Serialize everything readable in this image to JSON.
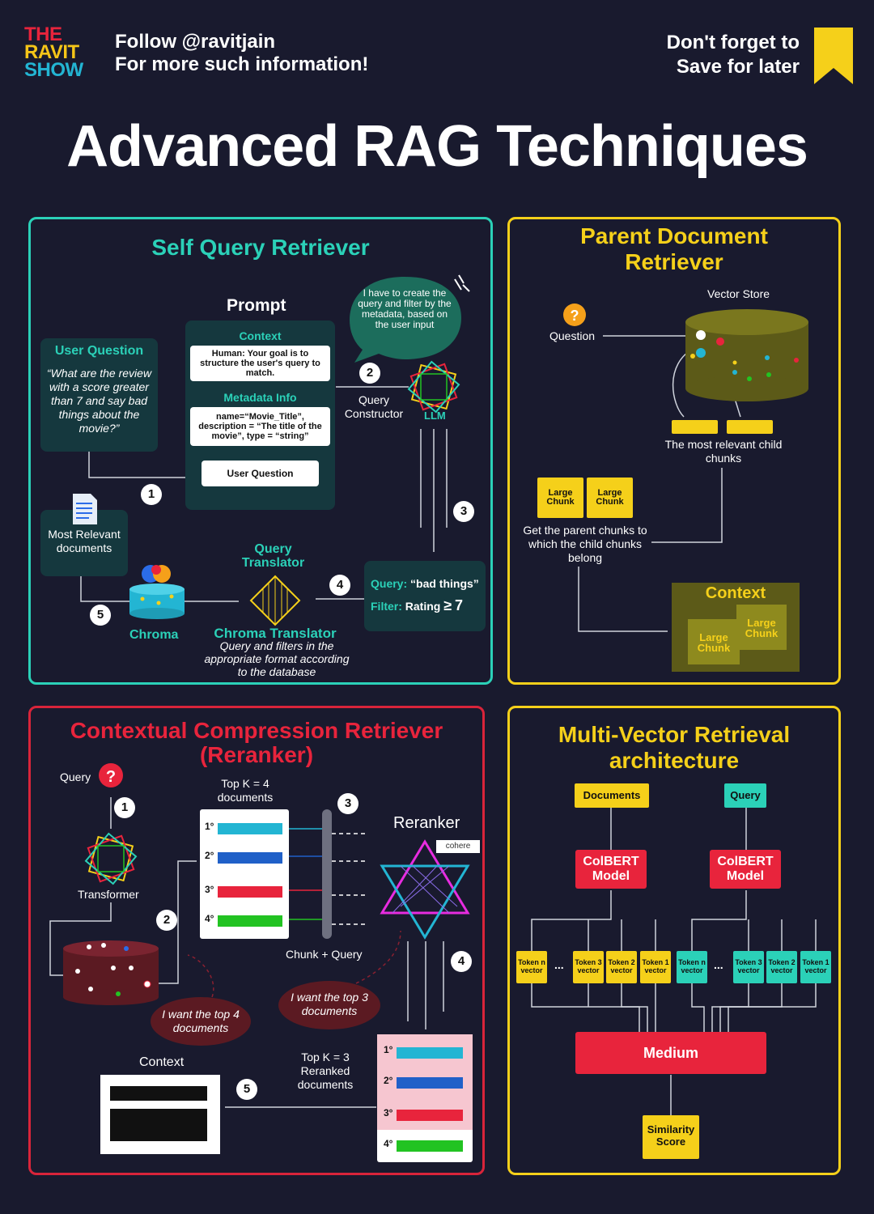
{
  "header": {
    "logo": [
      "THE",
      "RAVIT",
      "SHOW"
    ],
    "follow_line1": "Follow @ravitjain",
    "follow_line2": "For more such information!",
    "save_line1": "Don't forget to",
    "save_line2": "Save for later",
    "title": "Advanced RAG Techniques"
  },
  "self_query": {
    "title": "Self Query Retriever",
    "prompt_label": "Prompt",
    "user_question_title": "User Question",
    "user_question_text": "“What are the review with a score greater than 7 and say bad things about the movie?”",
    "context_label": "Context",
    "context_text": "Human: Your goal is to structure the user's query to match.",
    "metadata_label": "Metadata Info",
    "metadata_text": "name=“Movie_Title”, description = “The title of the movie”, type = “string”",
    "user_question_box": "User Question",
    "bubble_text": "I have to create the query and filter by the metadata, based on the user input",
    "query_constructor": "Query Constructor",
    "llm_label": "LLM",
    "query_label": "Query:",
    "query_value": "“bad things”",
    "filter_label": "Filter:",
    "filter_value": "Rating",
    "filter_op": "≥",
    "filter_num": "7",
    "query_translator": "Query Translator",
    "chroma_translator": "Chroma Translator",
    "chroma_translator_desc": "Query and filters in the appropriate format according to the database",
    "chroma_label": "Chroma",
    "most_relevant": "Most Relevant documents",
    "steps": [
      "1",
      "2",
      "3",
      "4",
      "5"
    ]
  },
  "parent_doc": {
    "title_line1": "Parent Document",
    "title_line2": "Retriever",
    "vector_store": "Vector Store",
    "question": "Question",
    "most_relevant_chunks": "The most relevant child chunks",
    "large_chunk": "Large Chunk",
    "get_parent": "Get the parent chunks to which the child chunks belong",
    "context": "Context"
  },
  "compression": {
    "title_line1": "Contextual Compression Retriever",
    "title_line2": "(Reranker)",
    "query": "Query",
    "transformer": "Transformer",
    "topk4": "Top K = 4 documents",
    "ranks": [
      "1°",
      "2°",
      "3°",
      "4°"
    ],
    "reranker": "Reranker",
    "cohere": "cohere",
    "chunk_query": "Chunk + Query",
    "want4": "I want the top 4 documents",
    "want3": "I want the top 3 documents",
    "context": "Context",
    "topk3": "Top K = 3 Reranked documents",
    "steps": [
      "1",
      "2",
      "3",
      "4",
      "5"
    ]
  },
  "multi_vector": {
    "title_line1": "Multi-Vector Retrieval",
    "title_line2": "architecture",
    "documents": "Documents",
    "query": "Query",
    "colbert": "ColBERT Model",
    "tokens": [
      "Token n vector",
      "Token 3 vector",
      "Token 2 vector",
      "Token 1 vector"
    ],
    "ellipsis": "...",
    "medium": "Medium",
    "similarity": "Similarity Score"
  }
}
